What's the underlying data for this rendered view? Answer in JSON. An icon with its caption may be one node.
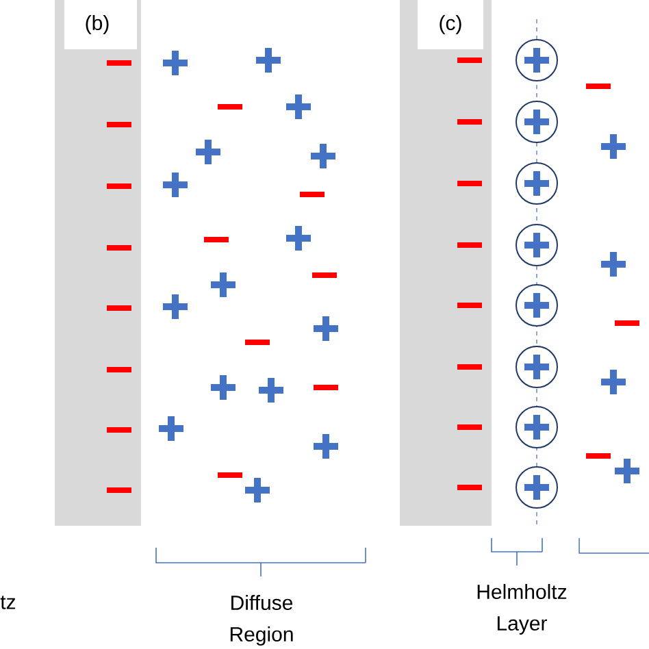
{
  "diagram": {
    "labels": [
      "(b)",
      "(c)",
      "tz",
      "Diffuse Region",
      "Helmholtz Layer"
    ]
  }
}
